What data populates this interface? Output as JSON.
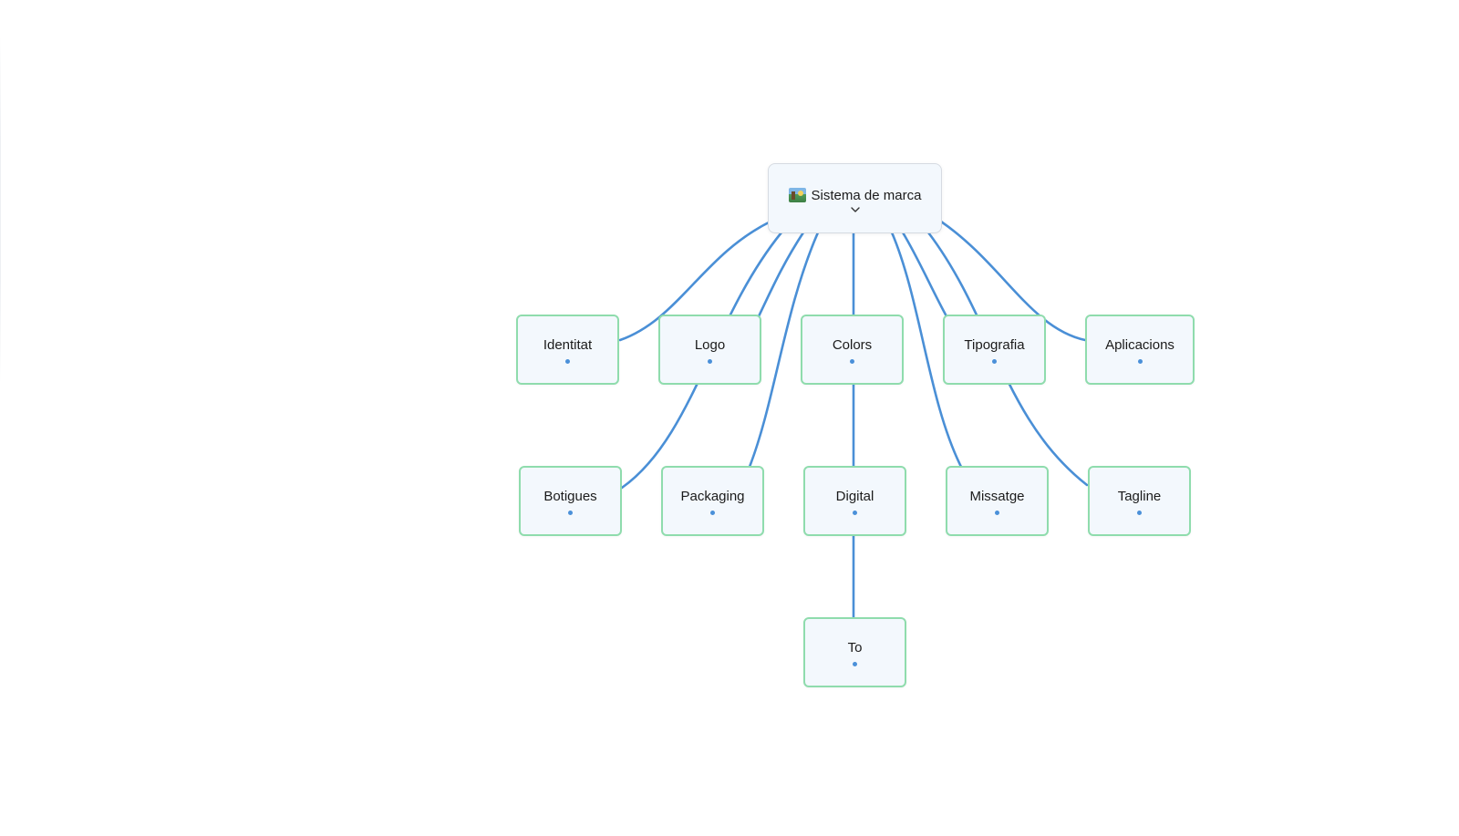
{
  "colors": {
    "edge": "#4a8fd6",
    "node_border": "#8fdcad",
    "node_fill": "#f3f8fd",
    "root_border": "#d6dbe2",
    "handle": "#4a90d9"
  },
  "root": {
    "label": "Sistema de marca",
    "icon": "landscape-picture-icon",
    "toggle_icon": "chevron-down-icon"
  },
  "nodes": [
    {
      "id": "identitat",
      "label": "Identitat"
    },
    {
      "id": "logo",
      "label": "Logo"
    },
    {
      "id": "colors",
      "label": "Colors"
    },
    {
      "id": "tipografia",
      "label": "Tipografia"
    },
    {
      "id": "aplicacions",
      "label": "Aplicacions"
    },
    {
      "id": "botigues",
      "label": "Botigues"
    },
    {
      "id": "packaging",
      "label": "Packaging"
    },
    {
      "id": "digital",
      "label": "Digital"
    },
    {
      "id": "missatge",
      "label": "Missatge"
    },
    {
      "id": "tagline",
      "label": "Tagline"
    },
    {
      "id": "to",
      "label": "To"
    }
  ],
  "edges": [
    [
      "root",
      "identitat"
    ],
    [
      "root",
      "logo"
    ],
    [
      "root",
      "colors"
    ],
    [
      "root",
      "tipografia"
    ],
    [
      "root",
      "aplicacions"
    ],
    [
      "root",
      "botigues"
    ],
    [
      "root",
      "packaging"
    ],
    [
      "root",
      "digital"
    ],
    [
      "root",
      "missatge"
    ],
    [
      "root",
      "tagline"
    ],
    [
      "digital",
      "to"
    ]
  ]
}
